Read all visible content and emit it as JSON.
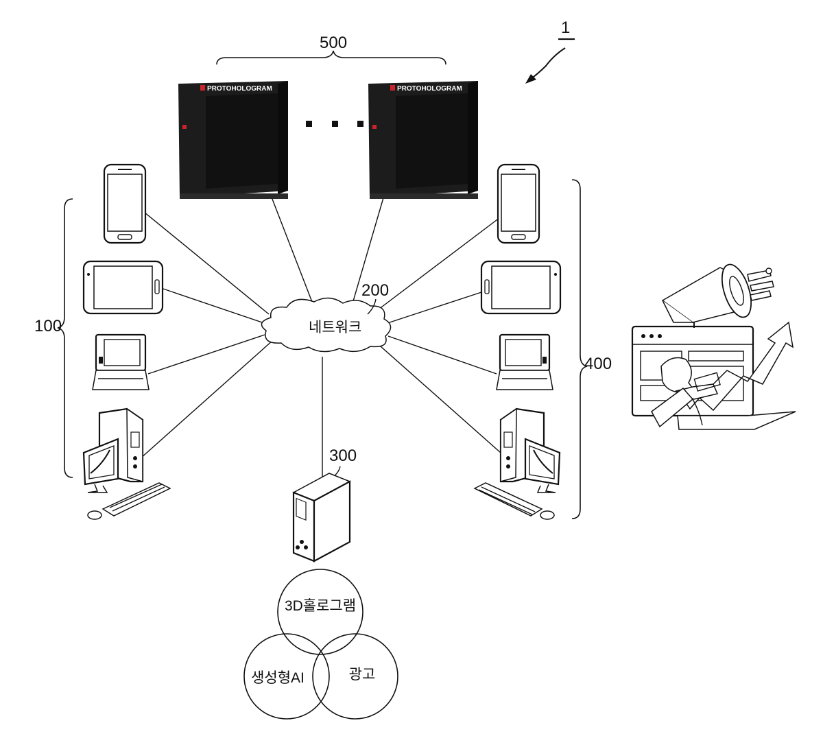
{
  "figure": {
    "system_ref": "1",
    "network": {
      "ref": "200",
      "label": "네트워크"
    },
    "user_terminals": {
      "ref": "100"
    },
    "advertiser_terminals": {
      "ref": "400"
    },
    "server": {
      "ref": "300"
    },
    "hologram_devices": {
      "ref": "500",
      "brand": "PROTOHOLOGRAM",
      "brand_small": "PROTO HOLOGRAM",
      "ellipsis": ". . . ."
    },
    "venn": {
      "top": "3D홀로그램",
      "left": "생성형AI",
      "right": "광고"
    }
  }
}
